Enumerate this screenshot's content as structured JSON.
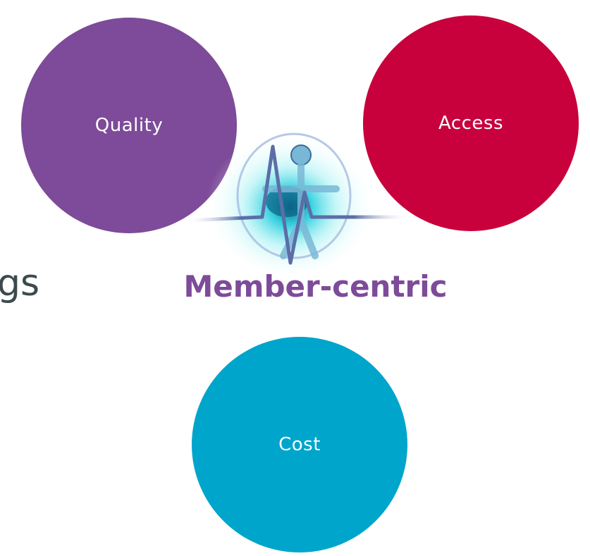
{
  "diagram": {
    "nodes": [
      {
        "id": "quality",
        "label": "Quality",
        "color": "#7d4b99"
      },
      {
        "id": "access",
        "label": "Access",
        "color": "#c8003c"
      },
      {
        "id": "cost",
        "label": "Cost",
        "color": "#00a5cc"
      }
    ],
    "center": {
      "label": "Member-centric",
      "color": "#7d4b99",
      "emblem": "vitruvian-heartbeat-icon"
    },
    "left_fragment": "gs"
  }
}
